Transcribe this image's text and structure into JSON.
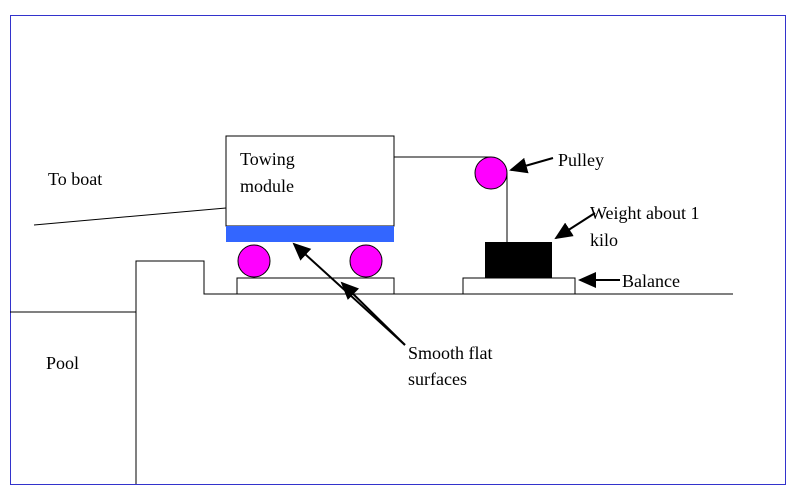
{
  "labels": {
    "to_boat": "To boat",
    "towing_module_line1": "Towing",
    "towing_module_line2": "module",
    "pulley": "Pulley",
    "weight_line1": "Weight about 1",
    "weight_line2": "kilo",
    "balance": "Balance",
    "smooth_line1": "Smooth flat",
    "smooth_line2": "surfaces",
    "pool": "Pool"
  },
  "colors": {
    "border": "#3333cc",
    "wheel_fill": "#ff00ff",
    "wheel_stroke": "#000000",
    "bar": "#3366ff",
    "weight": "#000000",
    "line": "#000000"
  }
}
